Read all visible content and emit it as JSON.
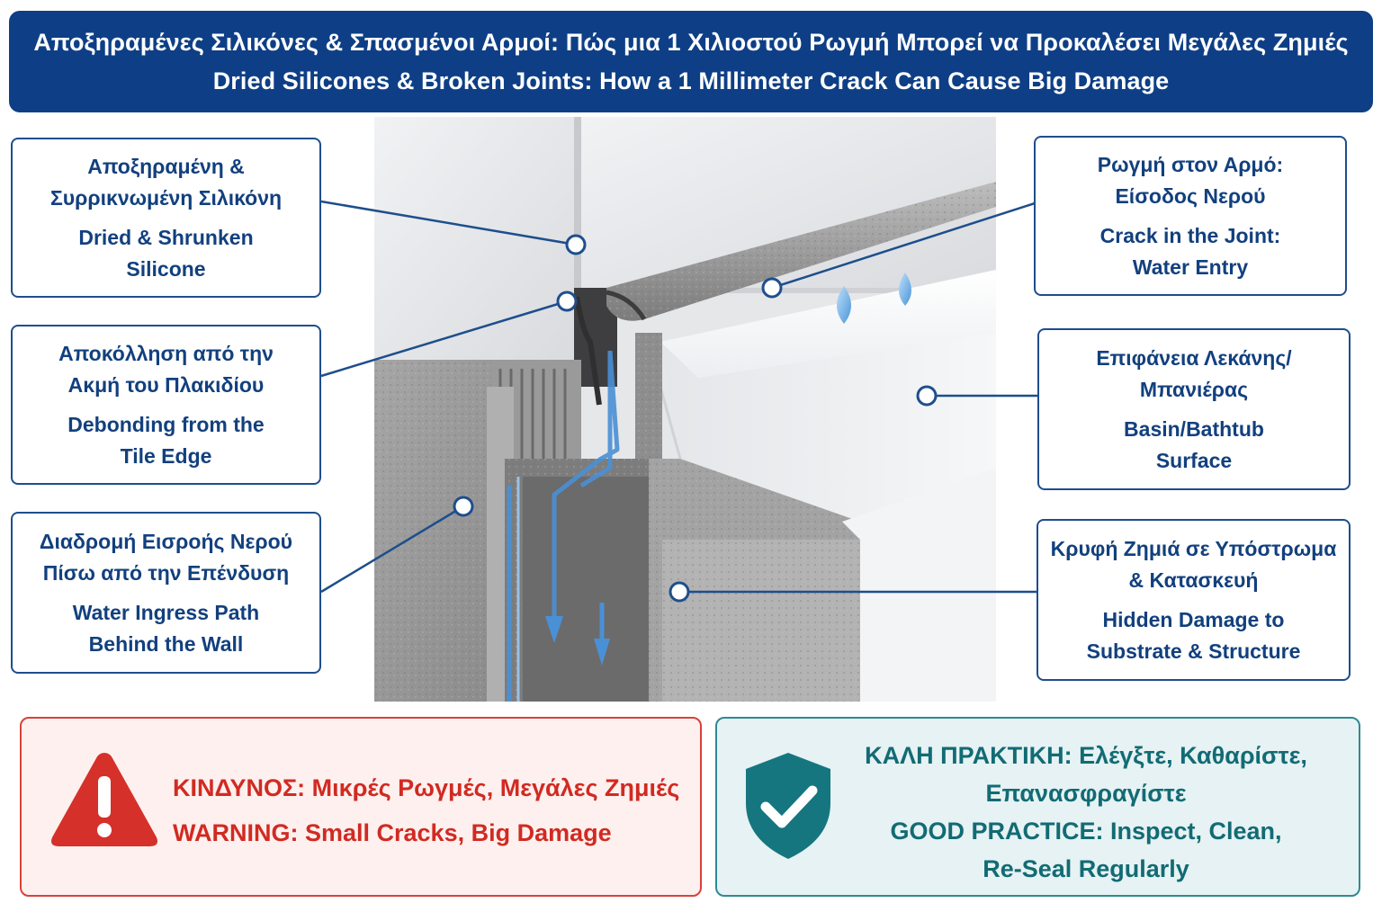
{
  "title": {
    "greek": "Αποξηραμένες Σιλικόνες & Σπασμένοι Αρμοί: Πώς μια 1 Χιλιοστού Ρωγμή Μπορεί να Προκαλέσει Μεγάλες Ζημιές",
    "english": "Dried Silicones & Broken Joints: How a 1 Millimeter Crack Can Cause Big Damage"
  },
  "callouts": {
    "dried_silicone": {
      "greek": [
        "Αποξηραμένη &",
        "Συρρικνωμένη Σιλικόνη"
      ],
      "english": [
        "Dried & Shrunken",
        "Silicone"
      ]
    },
    "debonding": {
      "greek": [
        "Αποκόλληση από την",
        "Ακμή του Πλακιδίου"
      ],
      "english": [
        "Debonding from the",
        "Tile Edge"
      ]
    },
    "water_path": {
      "greek": [
        "Διαδρομή Εισροής Νερού",
        "Πίσω από την Επένδυση"
      ],
      "english": [
        "Water Ingress Path",
        "Behind the Wall"
      ]
    },
    "crack_joint": {
      "greek": [
        "Ρωγμή στον Αρμό:",
        "Είσοδος Νερού"
      ],
      "english": [
        "Crack in the Joint:",
        "Water Entry"
      ]
    },
    "basin_surface": {
      "greek": [
        "Επιφάνεια Λεκάνης/",
        "Μπανιέρας"
      ],
      "english": [
        "Basin/Bathtub",
        "Surface"
      ]
    },
    "hidden_damage": {
      "greek": [
        "Κρυφή Ζημιά σε Υπόστρωμα",
        "& Κατασκευή"
      ],
      "english": [
        "Hidden Damage to",
        "Substrate & Structure"
      ]
    }
  },
  "warning": {
    "greek": "ΚΙΝΔΥΝΟΣ: Μικρές Ρωγμές, Μεγάλες Ζημιές",
    "english": "WARNING: Small Cracks, Big Damage"
  },
  "good_practice": {
    "greek": [
      "ΚΑΛΗ ΠΡΑΚΤΙΚΗ: Ελέγξτε, Καθαρίστε,",
      "Επανασφραγίστε"
    ],
    "english": [
      "GOOD PRACTICE: Inspect, Clean,",
      "Re-Seal Regularly"
    ]
  },
  "icons": {
    "warning": "warning-triangle-icon",
    "good_practice": "shield-check-icon"
  },
  "colors": {
    "title_bg": "#0e3f86",
    "callout_text": "#12407e",
    "callout_border": "#1e4e8c",
    "water": "#4a90d6",
    "warning": "#d12a22",
    "good": "#126b74"
  }
}
